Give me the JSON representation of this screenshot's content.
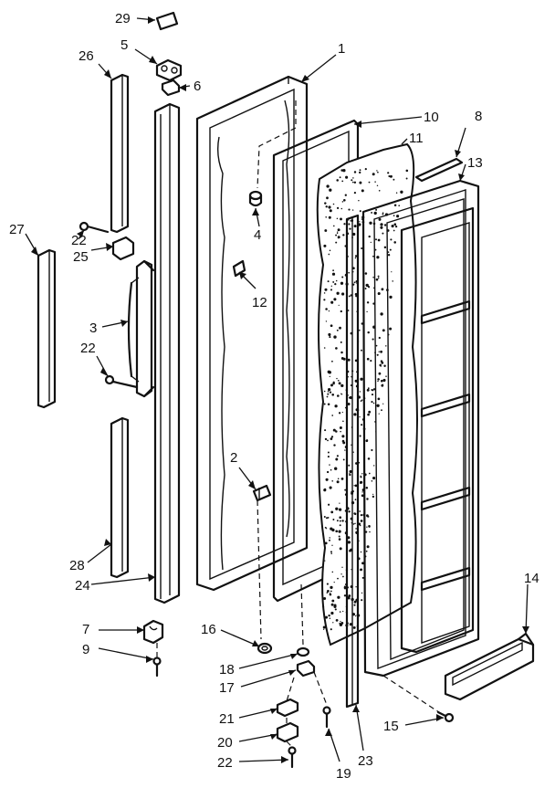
{
  "callouts": [
    {
      "id": "29",
      "label": "29"
    },
    {
      "id": "5",
      "label": "5"
    },
    {
      "id": "6",
      "label": "6"
    },
    {
      "id": "26",
      "label": "26"
    },
    {
      "id": "1",
      "label": "1"
    },
    {
      "id": "10",
      "label": "10"
    },
    {
      "id": "8",
      "label": "8"
    },
    {
      "id": "11",
      "label": "11"
    },
    {
      "id": "13",
      "label": "13"
    },
    {
      "id": "27",
      "label": "27"
    },
    {
      "id": "22a",
      "label": "22"
    },
    {
      "id": "25",
      "label": "25"
    },
    {
      "id": "4",
      "label": "4"
    },
    {
      "id": "12",
      "label": "12"
    },
    {
      "id": "3",
      "label": "3"
    },
    {
      "id": "22b",
      "label": "22"
    },
    {
      "id": "2",
      "label": "2"
    },
    {
      "id": "28",
      "label": "28"
    },
    {
      "id": "24",
      "label": "24"
    },
    {
      "id": "14",
      "label": "14"
    },
    {
      "id": "7",
      "label": "7"
    },
    {
      "id": "16",
      "label": "16"
    },
    {
      "id": "9",
      "label": "9"
    },
    {
      "id": "18",
      "label": "18"
    },
    {
      "id": "17",
      "label": "17"
    },
    {
      "id": "21",
      "label": "21"
    },
    {
      "id": "15",
      "label": "15"
    },
    {
      "id": "20",
      "label": "20"
    },
    {
      "id": "22c",
      "label": "22"
    },
    {
      "id": "19",
      "label": "19"
    },
    {
      "id": "23",
      "label": "23"
    }
  ]
}
